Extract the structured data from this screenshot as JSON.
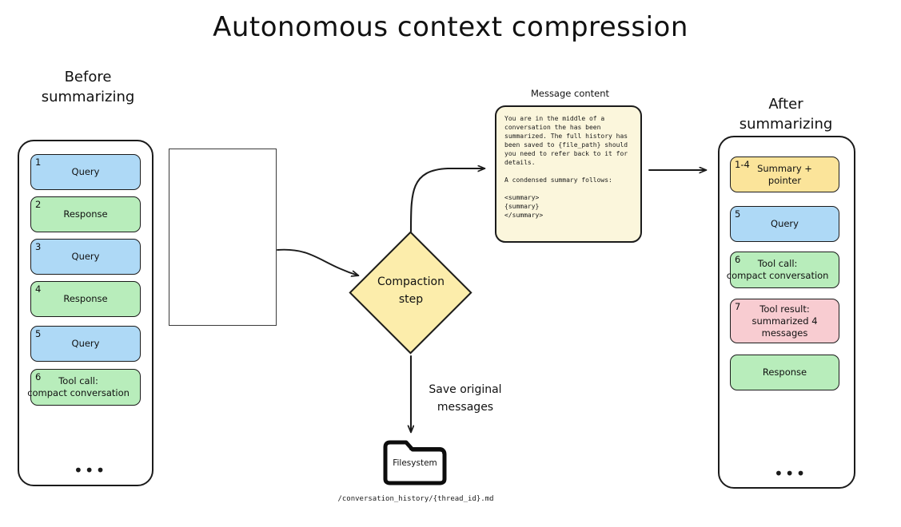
{
  "title": "Autonomous context compression",
  "before_panel": {
    "heading_line1": "Before",
    "heading_line2": "summarizing",
    "ellipsis": "•••",
    "messages": [
      {
        "num": "1",
        "label": "Query",
        "color": "#aed9f6"
      },
      {
        "num": "2",
        "label": "Response",
        "color": "#b8edbb"
      },
      {
        "num": "3",
        "label": "Query",
        "color": "#aed9f6"
      },
      {
        "num": "4",
        "label": "Response",
        "color": "#b8edbb"
      },
      {
        "num": "5",
        "label": "Query",
        "color": "#aed9f6"
      },
      {
        "num": "6",
        "label": "Tool call:\ncompact conversation",
        "color": "#b8edbb"
      }
    ]
  },
  "after_panel": {
    "heading_line1": "After",
    "heading_line2": "summarizing",
    "ellipsis": "•••",
    "messages": [
      {
        "num": "1-4",
        "label": "Summary +\npointer",
        "color": "#fbe49a"
      },
      {
        "num": "5",
        "label": "Query",
        "color": "#aed9f6"
      },
      {
        "num": "6",
        "label": "Tool call:\ncompact conversation",
        "color": "#b8edbb"
      },
      {
        "num": "7",
        "label": "Tool result:\nsummarized 4\nmessages",
        "color": "#f8ccd1"
      },
      {
        "num": "",
        "label": "Response",
        "color": "#b8edbb"
      }
    ]
  },
  "compaction": {
    "label_line1": "Compaction",
    "label_line2": "step",
    "color": "#fcedab"
  },
  "message_content": {
    "heading": "Message content",
    "body": "You are in the middle of a\nconversation the has been\nsummarized. The full history has\nbeen saved to {file_path} should\nyou need to refer back to it for\ndetails.\n\nA condensed summary follows:\n\n<summary>\n{summary}\n</summary>",
    "color": "#fbf6dc"
  },
  "save_flow": {
    "label_line1": "Save original",
    "label_line2": "messages",
    "folder_label": "Filesystem",
    "file_path": "/conversation_history/{thread_id}.md"
  },
  "colors": {
    "ink": "#1b1b1b",
    "query": "#aed9f6",
    "response": "#b8edbb",
    "summary": "#fbe49a",
    "tool_result": "#f8ccd1",
    "note": "#fbf6dc"
  }
}
